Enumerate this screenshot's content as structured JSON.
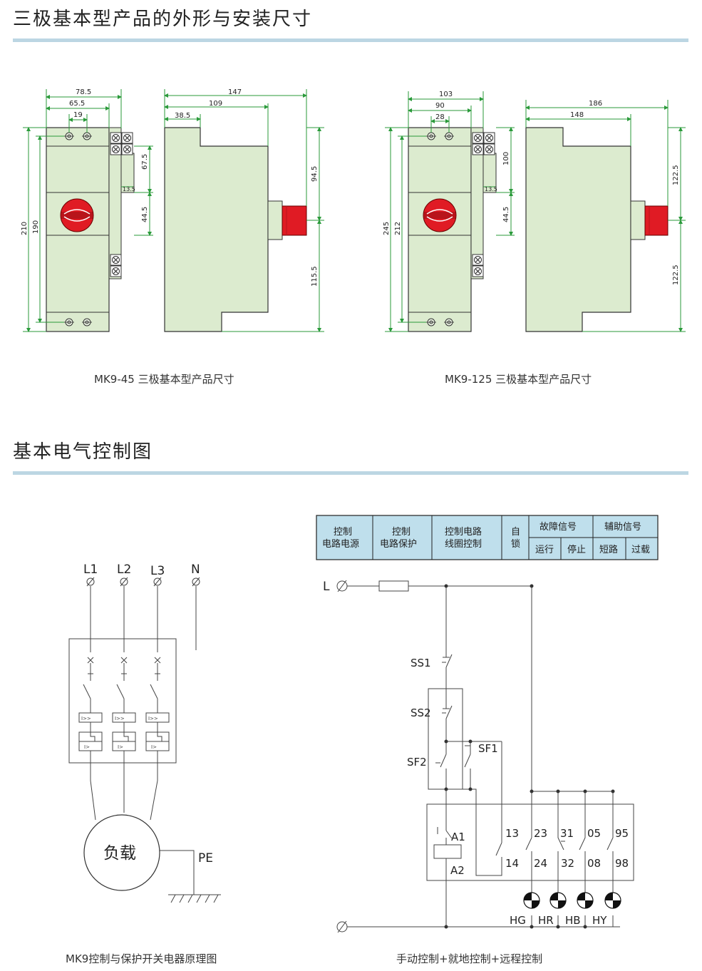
{
  "section1": {
    "title": "三极基本型产品的外形与安装尺寸"
  },
  "section2": {
    "title": "基本电气控制图"
  },
  "drawing1": {
    "caption": "MK9-45 三极基本型产品尺寸",
    "dims": {
      "w_total": "78.5",
      "w_mid": "65.5",
      "w_hole": "19",
      "h_total": "210",
      "h_inner": "190",
      "h_top": "67.5",
      "h_mid": "44.5",
      "h_step": "13.5",
      "side_total": "147",
      "side_mid": "109",
      "side_top": "38.5",
      "side_h1": "94.5",
      "side_h2": "115.5"
    }
  },
  "drawing2": {
    "caption": "MK9-125 三极基本型产品尺寸",
    "dims": {
      "w_total": "103",
      "w_mid": "90",
      "w_hole": "28",
      "h_total": "245",
      "h_inner": "212",
      "h_top": "100",
      "h_mid": "44.5",
      "h_step": "13.5",
      "side_total": "186",
      "side_mid": "148",
      "side_h1": "122.5",
      "side_h2": "122.5"
    }
  },
  "schematic1": {
    "caption": "MK9控制与保护开关电器原理图",
    "phases": [
      "L1",
      "L2",
      "L3",
      "N"
    ],
    "load": "负载",
    "pe": "PE"
  },
  "schematic2": {
    "caption": "手动控制+就地控制+远程控制",
    "table": {
      "h1": "控制",
      "h1b": "电路电源",
      "h2": "控制",
      "h2b": "电路保护",
      "h3": "控制电路",
      "h3b": "线圈控制",
      "h4": "自",
      "h4b": "锁",
      "h5": "故障信号",
      "h6": "辅助信号",
      "s1": "运行",
      "s2": "停止",
      "s3": "短路",
      "s4": "过载"
    },
    "labels": {
      "L": "L",
      "ss1": "SS1",
      "ss2": "SS2",
      "sf2": "SF2",
      "sf1": "SF1",
      "a1": "A1",
      "a2": "A2",
      "t13": "13",
      "t14": "14",
      "t23": "23",
      "t24": "24",
      "t31": "31",
      "t32": "32",
      "t05": "05",
      "t08": "08",
      "t95": "95",
      "t98": "98",
      "hg": "HG",
      "hr": "HR",
      "hb": "HB",
      "hy": "HY"
    }
  }
}
